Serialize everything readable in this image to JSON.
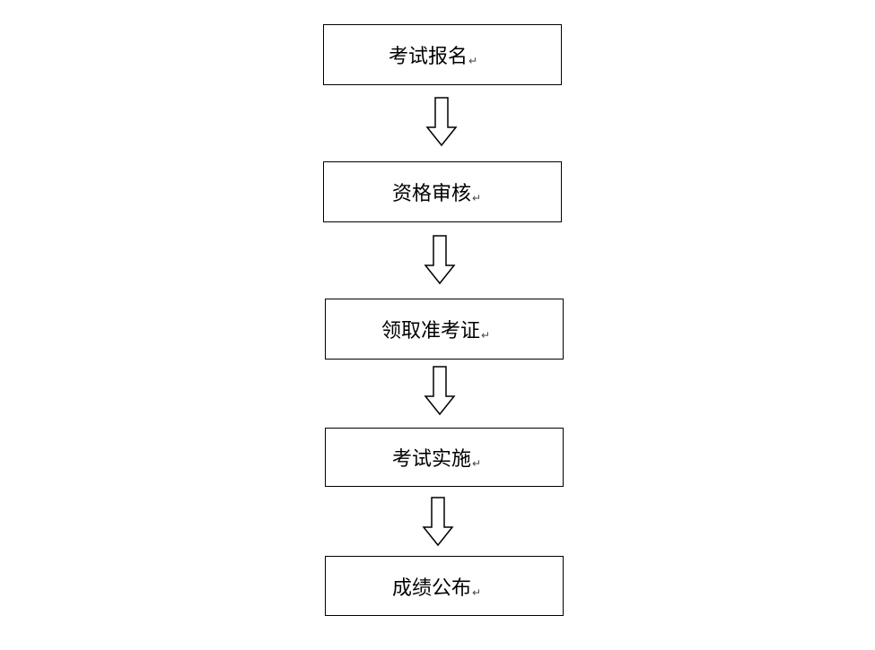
{
  "steps": [
    {
      "label": "考试报名",
      "mark": "↵"
    },
    {
      "label": "资格审核",
      "mark": "↵"
    },
    {
      "label": "领取准考证",
      "mark": "↵"
    },
    {
      "label": "考试实施",
      "mark": "↵"
    },
    {
      "label": "成绩公布",
      "mark": "↵"
    }
  ]
}
